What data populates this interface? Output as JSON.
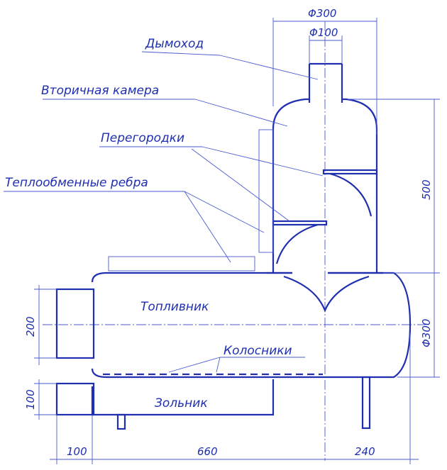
{
  "labels": {
    "chimney": "Дымоход",
    "secondary_chamber": "Вторичная камера",
    "partitions": "Перегородки",
    "heat_fins": "Теплообменные ребра",
    "firebox": "Топливник",
    "grates": "Колосники",
    "ash_pit": "Зольник"
  },
  "dimensions": {
    "chimney_outer_diameter": "Φ300",
    "chimney_pipe_diameter": "Φ100",
    "chamber_height": "500",
    "firebox_diameter": "Φ300",
    "firebox_height": "200",
    "ash_height": "100",
    "left_width": "100",
    "middle_width": "660",
    "right_width": "240"
  },
  "colors": {
    "ink": "#1f2fb0",
    "thin_ink": "#4a5ad0",
    "paper": "#ffffff"
  }
}
